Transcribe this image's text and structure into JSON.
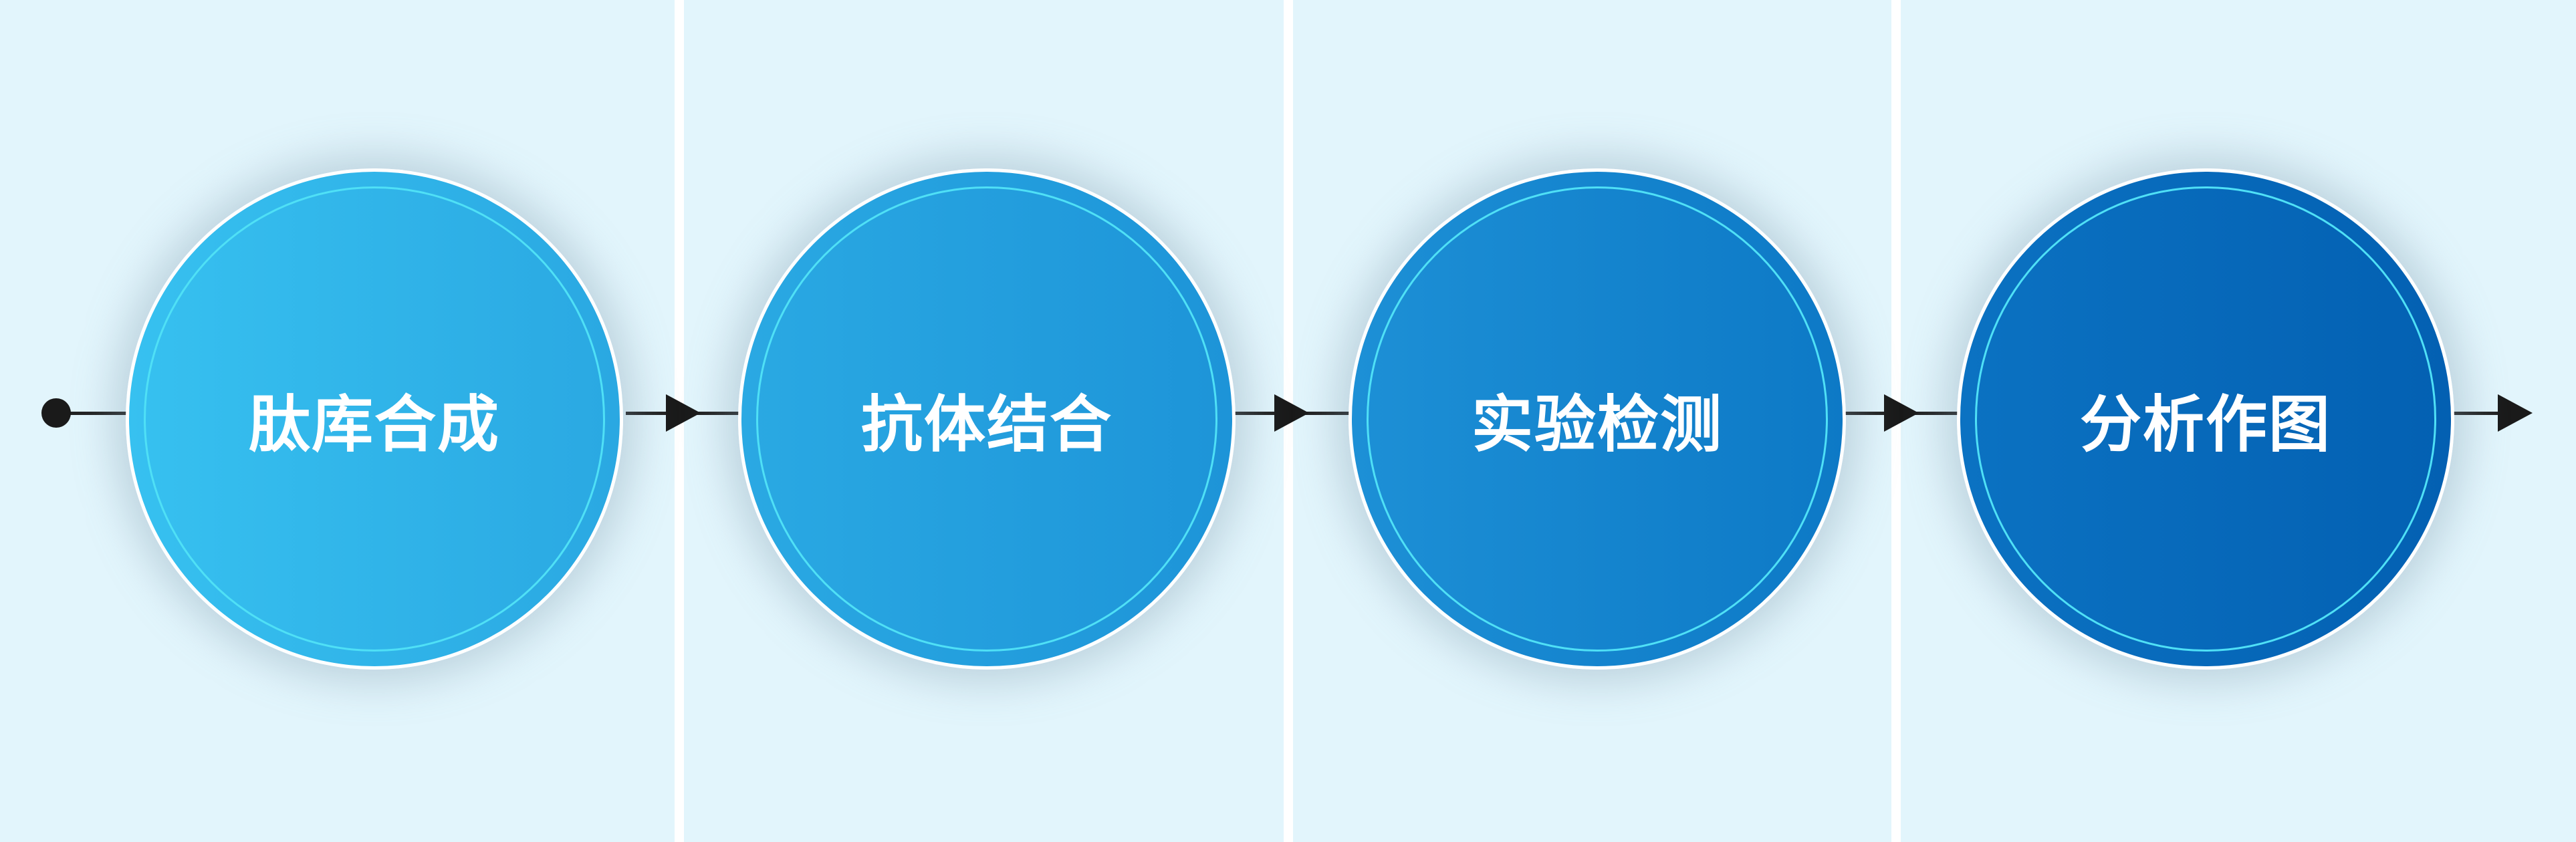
{
  "diagram": {
    "type": "process-flow",
    "direction": "left-to-right",
    "steps": [
      {
        "label": "肽库合成",
        "color": "#33b9ec"
      },
      {
        "label": "抗体结合",
        "color": "#23a0de"
      },
      {
        "label": "实验检测",
        "color": "#1585cf"
      },
      {
        "label": "分析作图",
        "color": "#0769ba"
      }
    ],
    "connectors": {
      "start": "dot",
      "between": "arrow",
      "end": "arrow"
    },
    "colors": {
      "background": "#e2f5fc",
      "divider": "#ffffff",
      "inner_ring": "#4fe0f6",
      "line": "#222222"
    }
  }
}
